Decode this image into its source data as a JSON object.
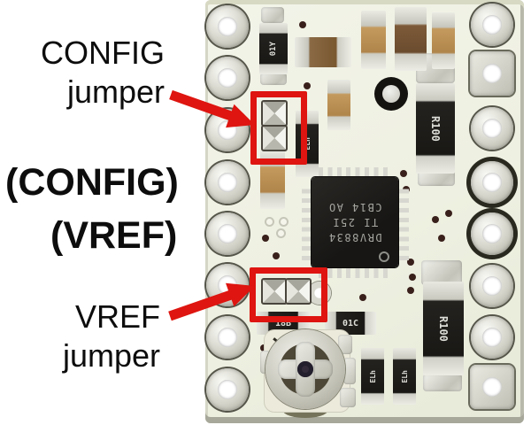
{
  "annotations": {
    "config_jumper": {
      "line1": "CONFIG",
      "line2": "jumper"
    },
    "config_pin": "(CONFIG)",
    "vref_pin": "(VREF)",
    "vref_jumper": {
      "line1": "VREF",
      "line2": "jumper"
    },
    "highlight_color": "#de1510",
    "text_color": "#0d0d0d"
  },
  "board": {
    "chip": {
      "line1": "DRV8834",
      "line2": "TI 25I",
      "line3": "CB14 AO"
    },
    "components": {
      "r01y": "01Y",
      "r100_top": "R100",
      "r100_bottom": "R100",
      "r18b": "18B",
      "r01c": "01C",
      "elh_mid": "ELh",
      "elh_bottom_left": "ELh",
      "elh_bottom_right": "ELh"
    },
    "colors": {
      "substrate": "#eff0e4",
      "silver_pad": "#d4d4cb",
      "component_body": "#201e1b",
      "capacitor_tan": "#c49a5e",
      "capacitor_brown": "#7c5a39"
    }
  }
}
